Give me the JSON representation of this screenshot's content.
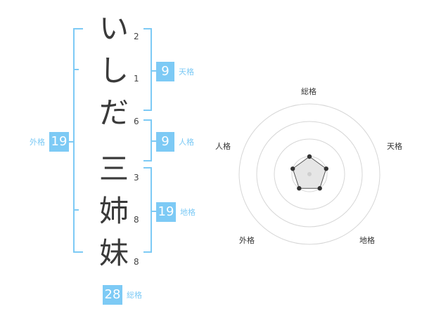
{
  "name_chars": [
    {
      "char": "い",
      "strokes": "2"
    },
    {
      "char": "し",
      "strokes": "1"
    },
    {
      "char": "だ",
      "strokes": "6"
    },
    {
      "char": "三",
      "strokes": "3"
    },
    {
      "char": "姉",
      "strokes": "8"
    },
    {
      "char": "妹",
      "strokes": "8"
    }
  ],
  "kakusu": {
    "tenkaku": {
      "value": "9",
      "label": "天格"
    },
    "jinkaku": {
      "value": "9",
      "label": "人格"
    },
    "chikaku": {
      "value": "19",
      "label": "地格"
    },
    "gaikaku": {
      "value": "19",
      "label": "外格"
    },
    "soukaku": {
      "value": "28",
      "label": "総格"
    }
  },
  "radar": {
    "axes": [
      "総格",
      "天格",
      "地格",
      "外格",
      "人格"
    ],
    "levels": 4,
    "values": [
      1,
      1,
      1,
      1,
      1
    ],
    "max": 4
  },
  "colors": {
    "accent": "#7dcaf5",
    "ring": "#d6d6d6",
    "point": "#333333"
  }
}
